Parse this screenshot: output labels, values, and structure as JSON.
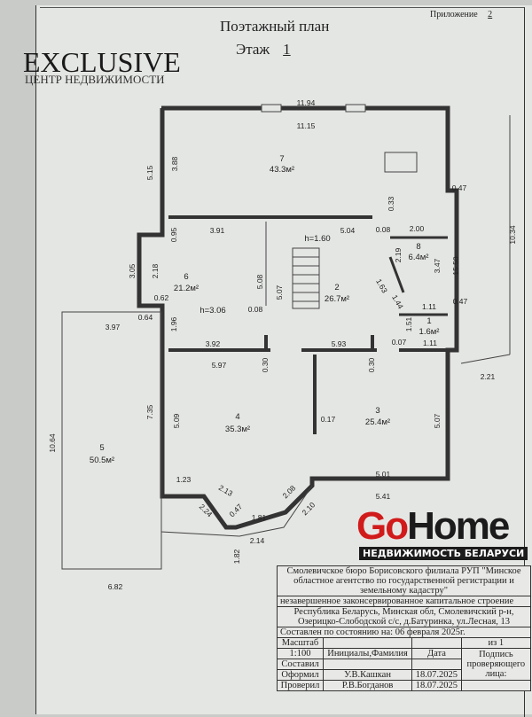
{
  "header": {
    "title": "Поэтажный план",
    "floor_label": "Этаж",
    "floor_number": "1",
    "appendix_label": "Приложение",
    "appendix_number": "2"
  },
  "watermarks": {
    "exclusive_main": "EXCLUSIVE",
    "exclusive_sub": "ЦЕНТР НЕДВИЖИМОСТИ",
    "gohome_go": "Go",
    "gohome_home": "Home",
    "gohome_sub": "НЕДВИЖИМОСТЬ БЕЛАРУСИ"
  },
  "rooms": [
    {
      "num": "7",
      "area": "43.3м²"
    },
    {
      "num": "6",
      "area": "21.2м²"
    },
    {
      "num": "2",
      "area": "26.7м²"
    },
    {
      "num": "8",
      "area": "6.4м²"
    },
    {
      "num": "1",
      "area": "1.6м²"
    },
    {
      "num": "4",
      "area": "35.3м²"
    },
    {
      "num": "3",
      "area": "25.4м²"
    },
    {
      "num": "5",
      "area": "50.5м²"
    }
  ],
  "heights": {
    "stair": "h=1.60",
    "room6": "h=3.06"
  },
  "dims": [
    "11.94",
    "11.15",
    "5.15",
    "3.88",
    "0.47",
    "0.33",
    "3.91",
    "5.04",
    "0.08",
    "2.00",
    "0.95",
    "10.34",
    "2.19",
    "3.47",
    "15.50",
    "3.05",
    "2.18",
    "5.08",
    "5.07",
    "0.62",
    "0.08",
    "0.47",
    "1.11",
    "0.64",
    "3.97",
    "1.96",
    "1.51",
    "1.44",
    "1.63",
    "0.07",
    "1.11",
    "3.92",
    "5.93",
    "2.21",
    "5.97",
    "0.30",
    "0.30",
    "7.35",
    "5.09",
    "0.17",
    "5.07",
    "10.64",
    "5.01",
    "1.23",
    "2.13",
    "2.08",
    "5.41",
    "2.24",
    "0.47",
    "1.81",
    "2.10",
    "2.14",
    "1.82",
    "6.82"
  ],
  "title_block": {
    "org": "Смолевичское бюро Борисовского филиала РУП \"Минское областное агентство по государственной регистрации и земельному кадастру\"",
    "object": "незавершенное законсервированное капитальное строение",
    "address": "Республика Беларусь, Минская обл, Смолевичский р-н, Озерицко-Слободской с/с, д.Батуринка, ул.Лесная, 13",
    "state": "Составлен по состоянию на: 06 февраля 2025г.",
    "scale_label": "Масштаб",
    "sheet": "из 1",
    "scale": "1:100",
    "initials_header": "Инициалы,Фамилия",
    "date_header": "Дата",
    "sign_header": "Подпись проверяющего лица:",
    "rows": [
      {
        "role": "Составил",
        "name": "",
        "date": ""
      },
      {
        "role": "Оформил",
        "name": "У.В.Кашкан",
        "date": "18.07.2025"
      },
      {
        "role": "Проверил",
        "name": "Р.В.Богданов",
        "date": "18.07.2025"
      }
    ]
  }
}
